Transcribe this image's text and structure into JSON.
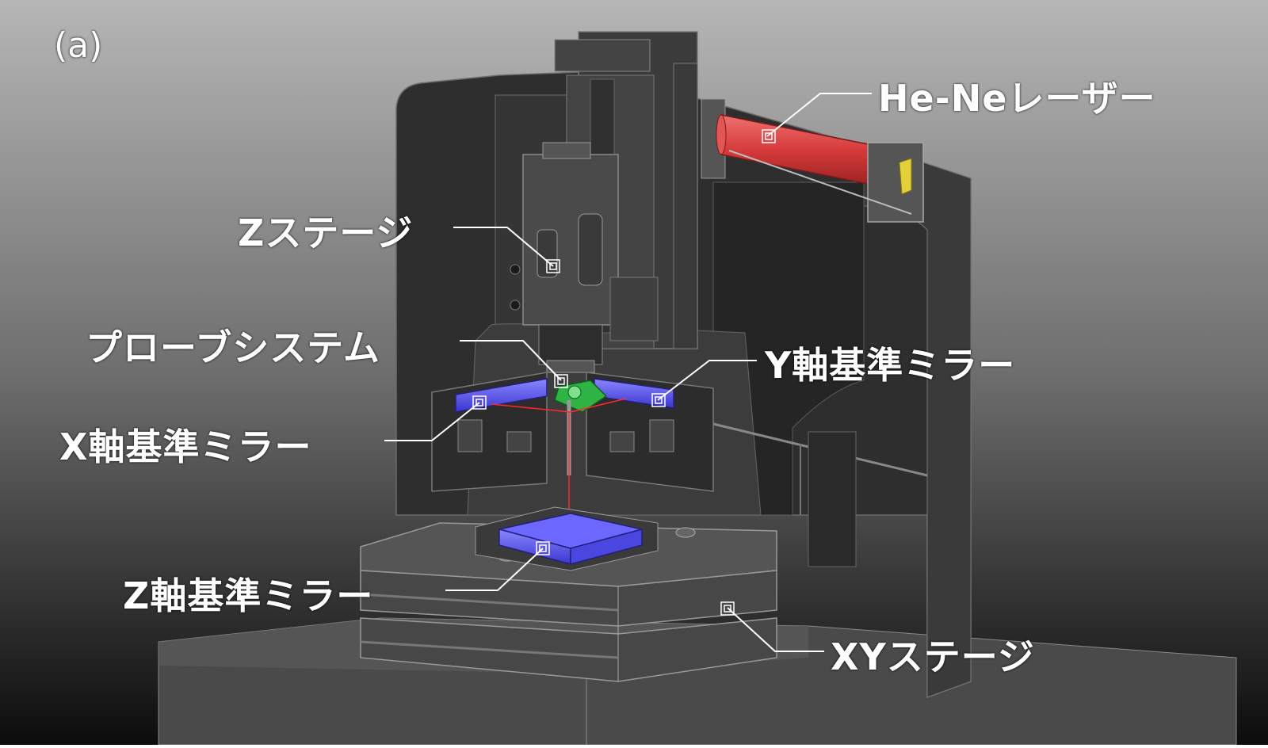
{
  "figure": {
    "panel_label": "(a)",
    "colors": {
      "background_top": "#b4b4b4",
      "background_bottom": "#0c0c0c",
      "housing": "#2f2f2f",
      "laser": "#d63a3a",
      "mirror": "#5a55f0",
      "probe": "#2fb344",
      "beam": "#ff2020",
      "leader_line": "#ffffff"
    },
    "labels": {
      "laser": "He-Neレーザー",
      "z_stage": "Zステージ",
      "probe_system": "プローブシステム",
      "y_mirror": "Y軸基準ミラー",
      "x_mirror": "X軸基準ミラー",
      "z_mirror": "Z軸基準ミラー",
      "xy_stage": "XYステージ"
    },
    "icons": {
      "marker": "target-marker-icon"
    }
  }
}
